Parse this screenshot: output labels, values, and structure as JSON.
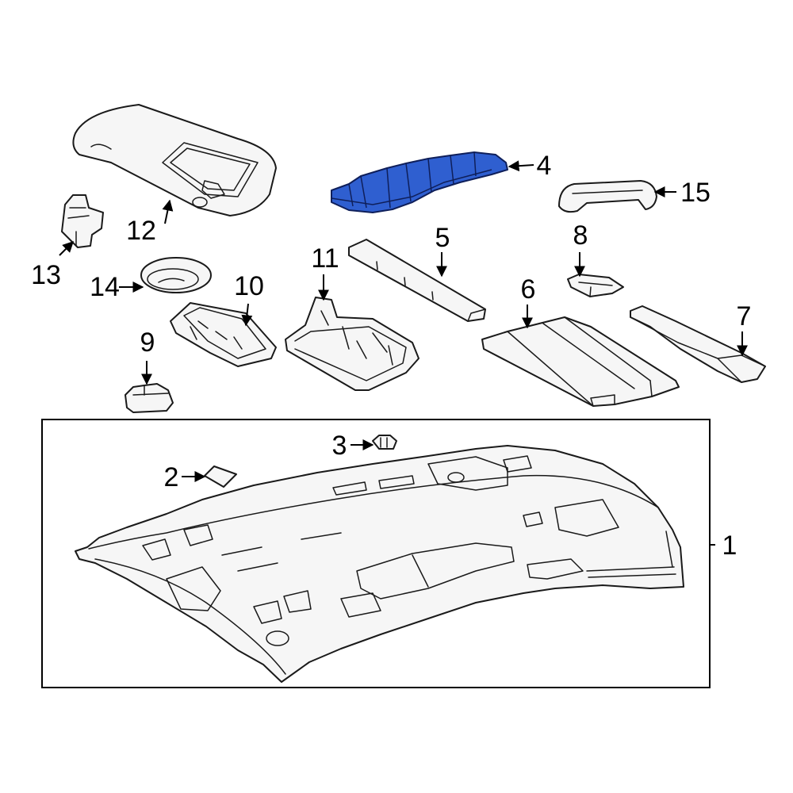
{
  "diagram": {
    "highlight_color": "#2f5fd0",
    "callouts": {
      "c1": "1",
      "c2": "2",
      "c3": "3",
      "c4": "4",
      "c5": "5",
      "c6": "6",
      "c7": "7",
      "c8": "8",
      "c9": "9",
      "c10": "10",
      "c11": "11",
      "c12": "12",
      "c13": "13",
      "c14": "14",
      "c15": "15"
    }
  }
}
